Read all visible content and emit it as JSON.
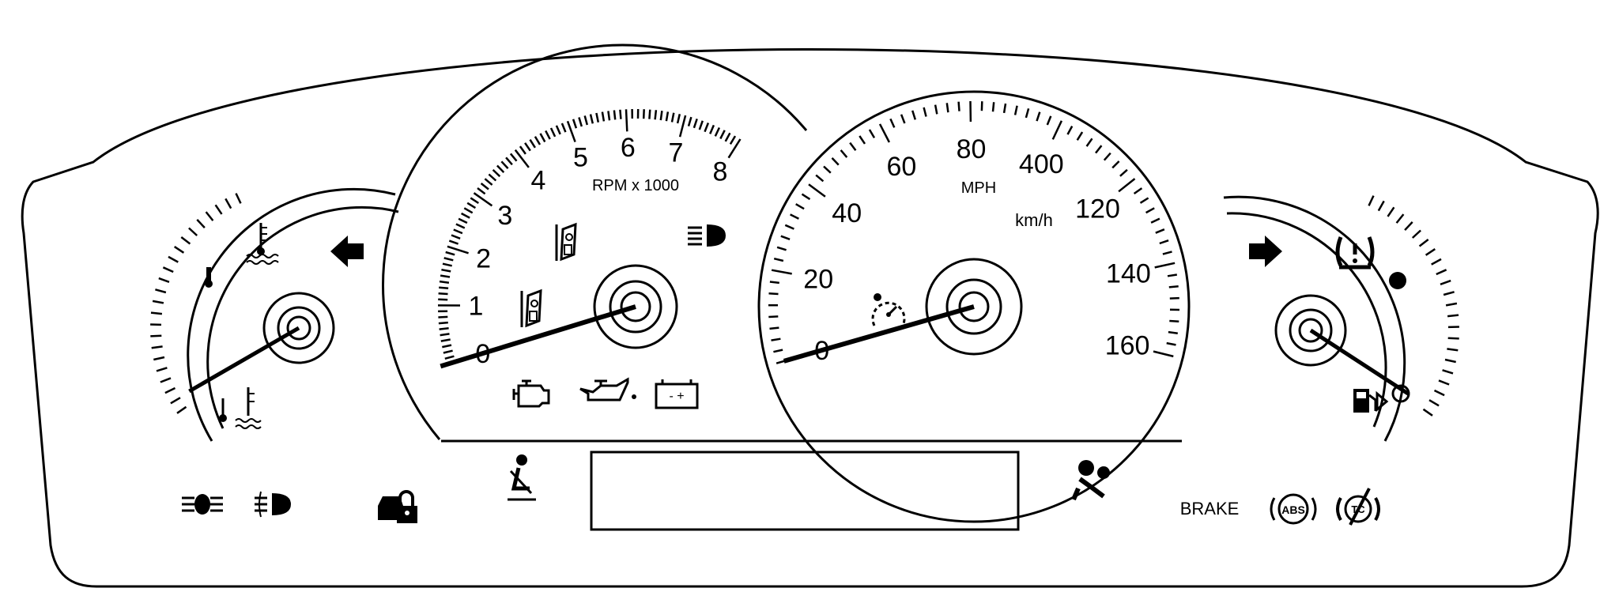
{
  "tachometer": {
    "label": "RPM x 1000",
    "numerals": [
      "0",
      "1",
      "2",
      "3",
      "4",
      "5",
      "6",
      "7",
      "8"
    ],
    "needle_value": 0
  },
  "speedometer": {
    "label": "MPH",
    "secondary_label": "km/h",
    "numerals": [
      "0",
      "20",
      "40",
      "60",
      "80",
      "400",
      "120",
      "140",
      "160"
    ],
    "needle_value": 0
  },
  "temperature_gauge": {
    "needle_level": 0
  },
  "fuel_gauge": {
    "needle_level": 0
  },
  "telltales": {
    "brake_label": "BRAKE",
    "abs_label": "ABS",
    "traction_label": "TC",
    "battery_terminals": "- +"
  },
  "colors": {
    "ink": "#000000",
    "background": "#ffffff"
  },
  "icons": [
    "coolant-temperature-icon",
    "turn-left-arrow-icon",
    "turn-right-arrow-icon",
    "tire-pressure-icon",
    "door-ajar-icon",
    "high-beam-icon",
    "check-engine-icon",
    "oil-pressure-icon",
    "battery-icon",
    "cruise-control-icon",
    "seatbelt-icon",
    "airbag-icon",
    "abs-icon",
    "traction-control-icon",
    "fog-lamp-icon",
    "security-lock-icon",
    "fuel-icon",
    "brake-warning-icon"
  ]
}
